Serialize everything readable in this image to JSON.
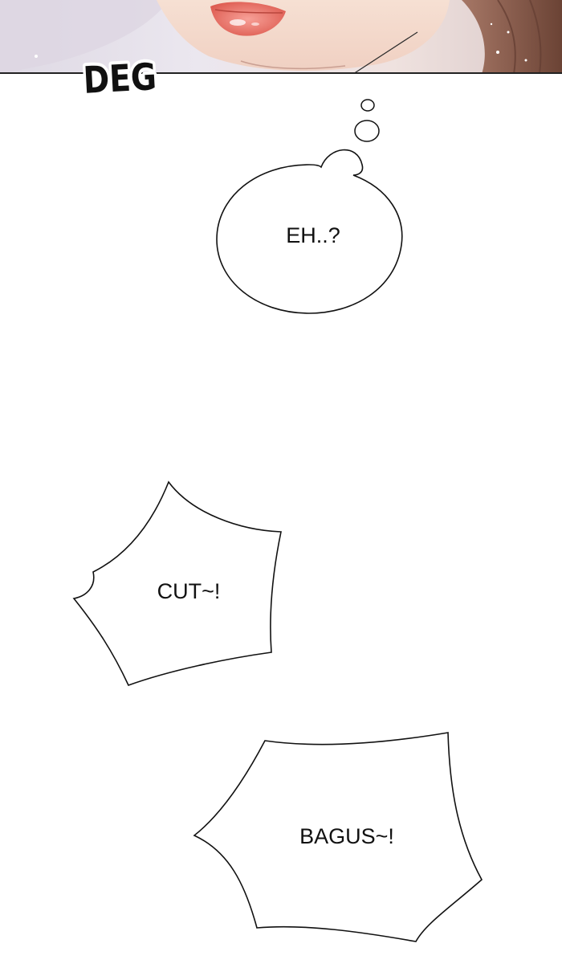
{
  "panel": {
    "sfx_text": "DEG"
  },
  "bubbles": {
    "thought_text": "EH..?",
    "shout1_text": "CUT~!",
    "shout2_text": "BAGUS~!"
  },
  "colors": {
    "skin": "#f3d7c9",
    "hair": "#8a5a4a",
    "lips": "#e56b5f",
    "background_tint": "#e9e4ee",
    "ink": "#111111"
  }
}
